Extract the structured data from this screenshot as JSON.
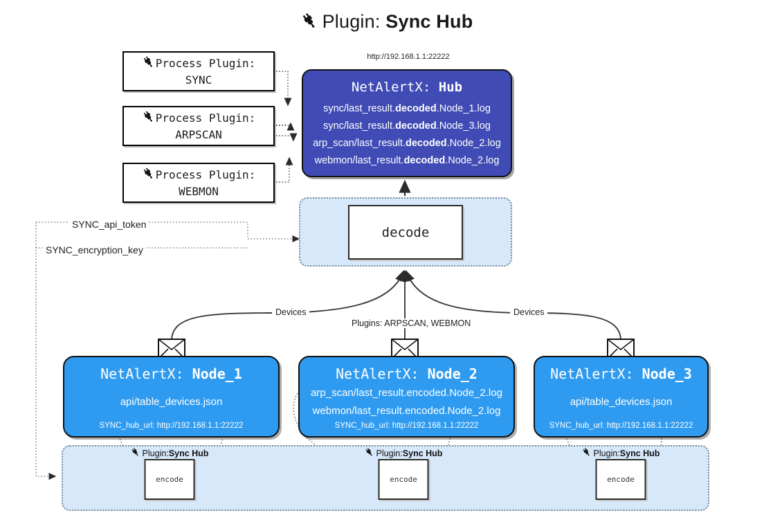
{
  "title": {
    "icon": "plug-icon",
    "prefix": "Plugin: ",
    "name": "Sync Hub"
  },
  "hub": {
    "url": "http://192.168.1.1:22222",
    "title_prefix": "NetAlertX: ",
    "title_name": "Hub",
    "rows": [
      {
        "pre": "sync/last_result.",
        "mid": "decoded",
        "post": ".Node_1.log"
      },
      {
        "pre": "sync/last_result.",
        "mid": "decoded",
        "post": ".Node_3.log"
      },
      {
        "pre": "arp_scan/last_result.",
        "mid": "decoded",
        "post": ".Node_2.log"
      },
      {
        "pre": "webmon/last_result.",
        "mid": "decoded",
        "post": ".Node_2.log"
      }
    ]
  },
  "process_plugins": [
    {
      "icon": "plug-icon",
      "line1": "Process Plugin:",
      "line2": "SYNC"
    },
    {
      "icon": "plug-icon",
      "line1": "Process Plugin:",
      "line2": "ARPSCAN"
    },
    {
      "icon": "plug-icon",
      "line1": "Process Plugin:",
      "line2": "WEBMON"
    }
  ],
  "decode": {
    "label": "decode"
  },
  "keys": {
    "api_token": "SYNC_api_token",
    "encryption_key": "SYNC_encryption_key"
  },
  "edge_labels": {
    "devices_left": "Devices",
    "devices_right": "Devices",
    "plugins": "Plugins: ARPSCAN, WEBMON"
  },
  "nodes": [
    {
      "icon": "envelope-icon",
      "title_prefix": "NetAlertX: ",
      "title_name": "Node_1",
      "lines": [
        "api/table_devices.json"
      ],
      "footer": "SYNC_hub_url: http://192.168.1.1:22222"
    },
    {
      "icon": "envelope-icon",
      "title_prefix": "NetAlertX: ",
      "title_name": "Node_2",
      "lines": [
        "arp_scan/last_result.encoded.Node_2.log",
        "webmon/last_result.encoded.Node_2.log"
      ],
      "footer": "SYNC_hub_url: http://192.168.1.1:22222"
    },
    {
      "icon": "envelope-icon",
      "title_prefix": "NetAlertX: ",
      "title_name": "Node_3",
      "lines": [
        "api/table_devices.json"
      ],
      "footer": "SYNC_hub_url: http://192.168.1.1:22222"
    }
  ],
  "encoders": [
    {
      "icon": "plug-icon",
      "label_prefix": "Plugin: ",
      "label_name": "Sync Hub",
      "box": "encode"
    },
    {
      "icon": "plug-icon",
      "label_prefix": "Plugin: ",
      "label_name": "Sync Hub",
      "box": "encode"
    },
    {
      "icon": "plug-icon",
      "label_prefix": "Plugin: ",
      "label_name": "Sync Hub",
      "box": "encode"
    }
  ],
  "colors": {
    "hub_fill": "#404bb5",
    "node_fill": "#2f9bf0",
    "container_fill": "#d6e8f9",
    "stroke": "#2b2b2b",
    "dotted": "#7a8b99"
  }
}
